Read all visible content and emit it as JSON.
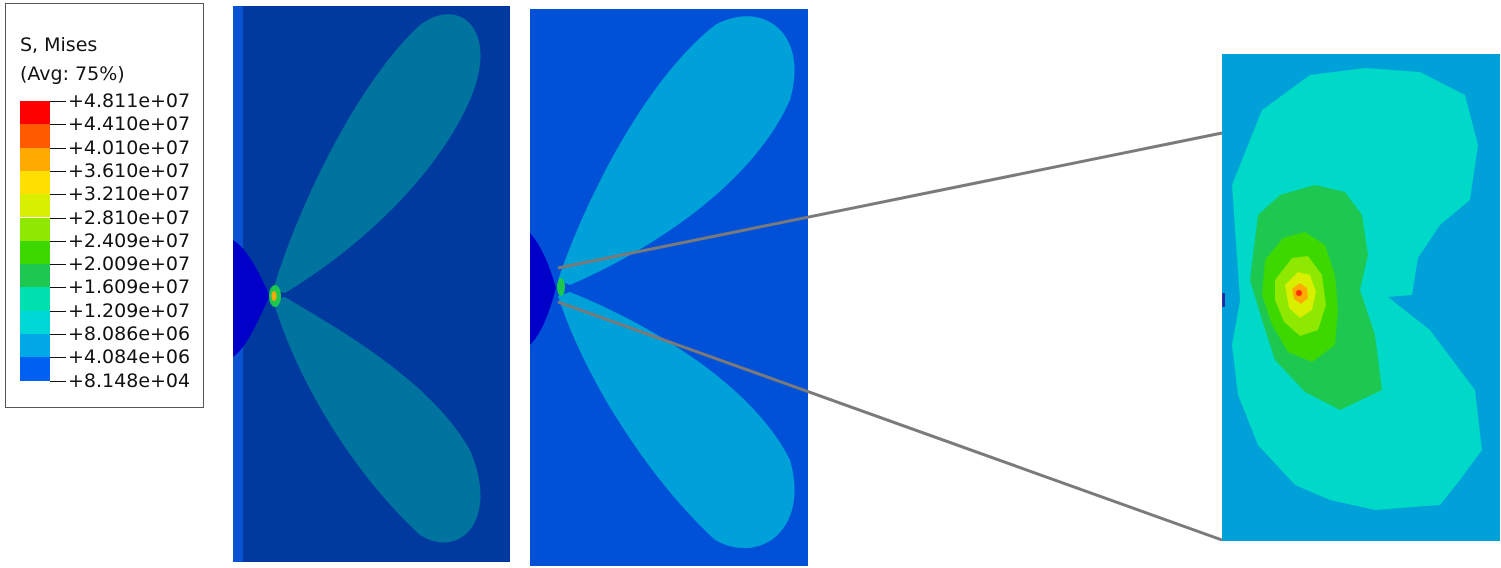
{
  "legend": {
    "title_line1": "S, Mises",
    "title_line2": "(Avg: 75%)",
    "levels": [
      {
        "label": "+4.811e+07",
        "color": "#ff0000"
      },
      {
        "label": "+4.410e+07",
        "color": "#ff5a00"
      },
      {
        "label": "+4.010e+07",
        "color": "#ffaa00"
      },
      {
        "label": "+3.610e+07",
        "color": "#ffe000"
      },
      {
        "label": "+3.210e+07",
        "color": "#d8f000"
      },
      {
        "label": "+2.810e+07",
        "color": "#8ee800"
      },
      {
        "label": "+2.409e+07",
        "color": "#3cd800"
      },
      {
        "label": "+2.009e+07",
        "color": "#1ec850"
      },
      {
        "label": "+1.609e+07",
        "color": "#00e0b0"
      },
      {
        "label": "+1.209e+07",
        "color": "#00d8d8"
      },
      {
        "label": "+8.086e+06",
        "color": "#00a8e8"
      },
      {
        "label": "+4.084e+06",
        "color": "#0060f0"
      },
      {
        "label": "+8.148e+04",
        "color": "#0000ff"
      }
    ]
  },
  "colors": {
    "panel1_bg": "#003a9e",
    "panel1_strip": "#0a52d0",
    "panel1_lobe": "#00739e",
    "panel2_bg": "#0050d8",
    "panel2_lobe": "#00a0d8",
    "zoom_bg": "#00a0d8",
    "zoom_lobe": "#00d8c8",
    "connector": "#7a7a7a"
  }
}
